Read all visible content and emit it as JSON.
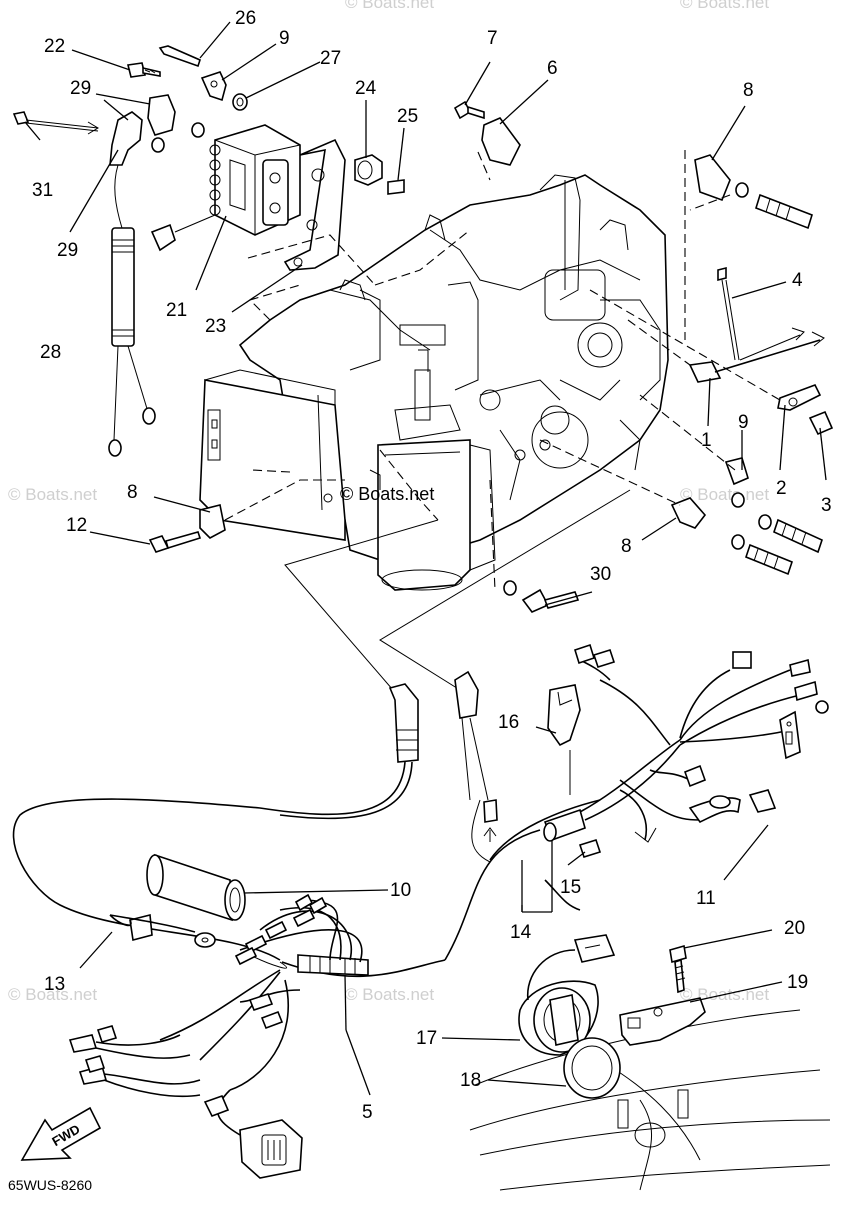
{
  "callouts": [
    "1",
    "2",
    "3",
    "4",
    "5",
    "6",
    "7",
    "8",
    "9",
    "10",
    "11",
    "12",
    "13",
    "14",
    "15",
    "16",
    "17",
    "18",
    "19",
    "20",
    "21",
    "22",
    "23",
    "24",
    "25",
    "26",
    "27",
    "28",
    "29",
    "30",
    "31"
  ],
  "repeat_labels": {
    "callout_8_b": "8",
    "callout_8_c": "8",
    "callout_9_b": "9",
    "callout_29_b": "29"
  },
  "watermark": {
    "center": "© Boats.net",
    "tiles": [
      "© Boats.net",
      "© Boats.net",
      "© Boats.net",
      "© Boats.net",
      "© Boats.net",
      "© Boats.net",
      "© Boats.net"
    ]
  },
  "diagram_code": "65WUS-8260",
  "fwd_label": "FWD"
}
